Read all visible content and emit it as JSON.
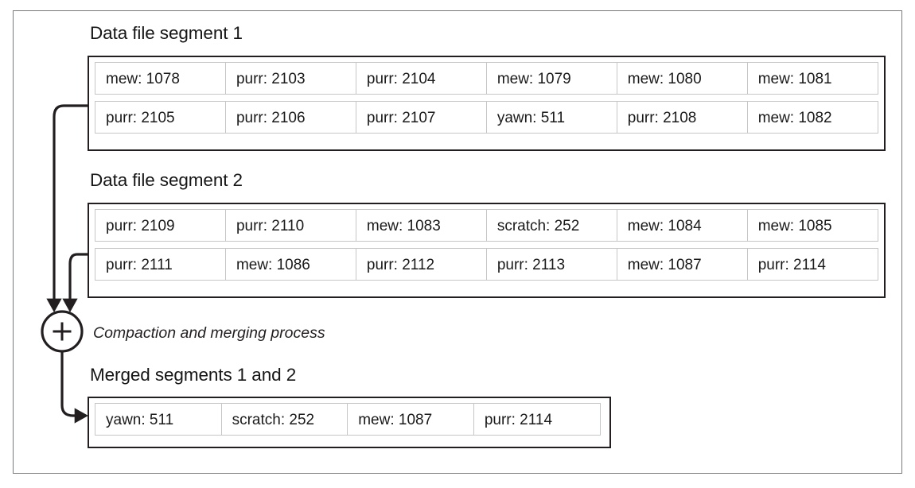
{
  "figure": {
    "title_hidden": "",
    "colors": {
      "outer_frame": "#777b7e",
      "segment_border": "#231f20",
      "cell_border": "#c6c6c6",
      "text": "#1a1a1a",
      "background": "#ffffff"
    }
  },
  "segments": [
    {
      "heading": "Data file segment 1",
      "rows": [
        [
          "mew: 1078",
          "purr: 2103",
          "purr: 2104",
          "mew: 1079",
          "mew: 1080",
          "mew: 1081"
        ],
        [
          "purr: 2105",
          "purr: 2106",
          "purr: 2107",
          "yawn: 511",
          "purr: 2108",
          "mew: 1082"
        ]
      ]
    },
    {
      "heading": "Data file segment 2",
      "rows": [
        [
          "purr: 2109",
          "purr: 2110",
          "mew: 1083",
          "scratch: 252",
          "mew: 1084",
          "mew: 1085"
        ],
        [
          "purr: 2111",
          "mew: 1086",
          "purr: 2112",
          "purr: 2113",
          "mew: 1087",
          "purr: 2114"
        ]
      ]
    }
  ],
  "process": {
    "node_label": "+",
    "caption": "Compaction and merging process"
  },
  "merged": {
    "heading": "Merged segments 1 and 2",
    "rows": [
      [
        "yawn: 511",
        "scratch: 252",
        "mew: 1087",
        "purr: 2114"
      ]
    ]
  }
}
